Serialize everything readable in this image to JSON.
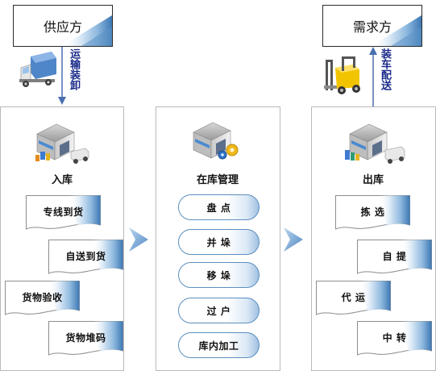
{
  "supplier": {
    "label": "供应方"
  },
  "demand": {
    "label": "需求方"
  },
  "transport": {
    "label": "运输装卸"
  },
  "delivery": {
    "label": "装车配送"
  },
  "inbound": {
    "title": "入库",
    "steps": [
      "专线到货",
      "自送到货",
      "货物验收",
      "货物堆码"
    ]
  },
  "storage": {
    "title": "在库管理",
    "steps": [
      "盘 点",
      "并 垛",
      "移 垛",
      "过 户",
      "库内加工"
    ]
  },
  "outbound": {
    "title": "出库",
    "steps": [
      "拣 选",
      "自 提",
      "代 运",
      "中 转"
    ]
  },
  "colors": {
    "arrow": "#4a7fc6",
    "vertical_text": "#1a2a8a",
    "card_stripe": "#9ac2e4",
    "pill_border": "#5c8fbf"
  }
}
